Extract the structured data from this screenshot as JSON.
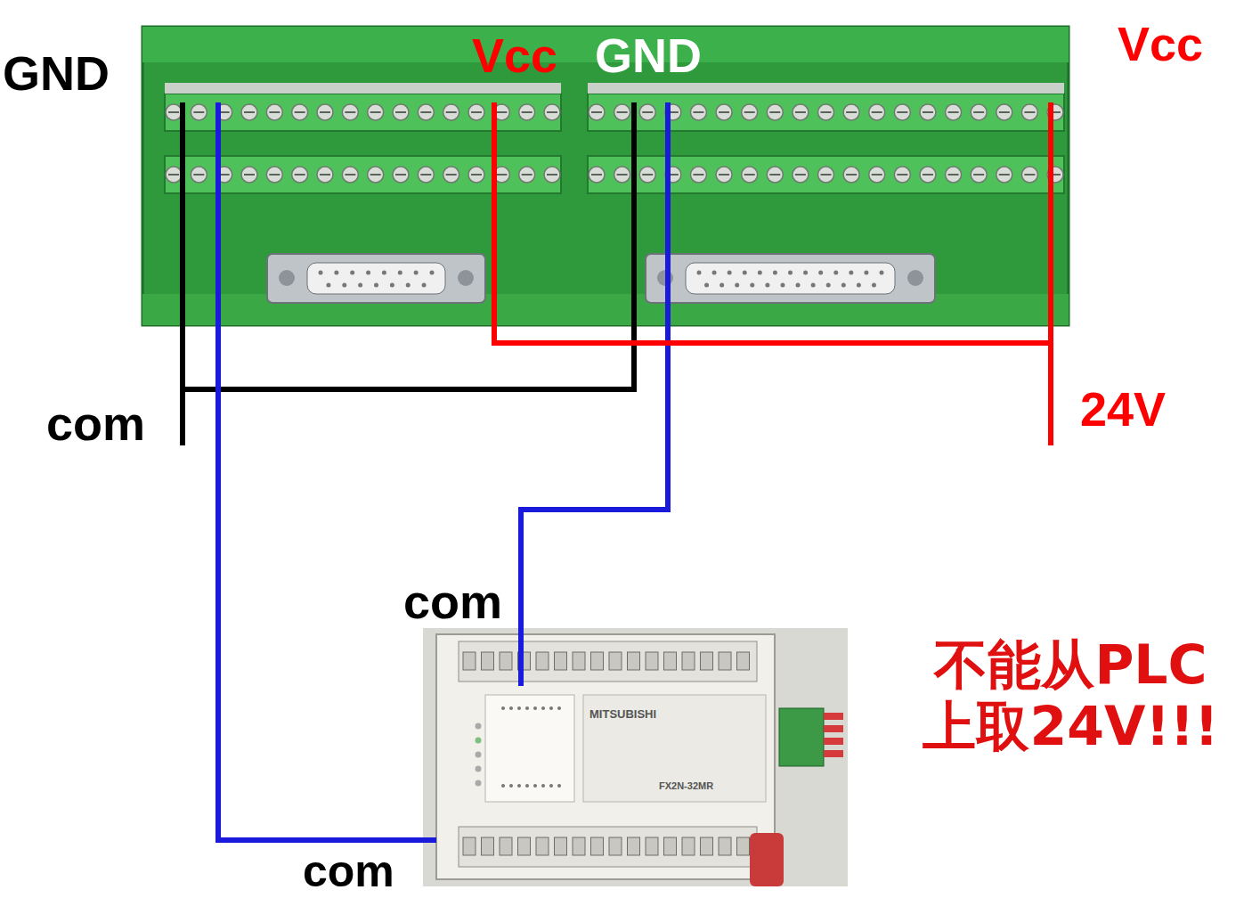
{
  "diagram": {
    "labels": [
      "GND",
      "Vcc",
      "GND",
      "Vcc",
      "com",
      "24V",
      "com",
      "不能从PLC 上取24V!!!",
      "MITSUBISHI",
      "FX2N-32MR",
      "com"
    ]
  }
}
